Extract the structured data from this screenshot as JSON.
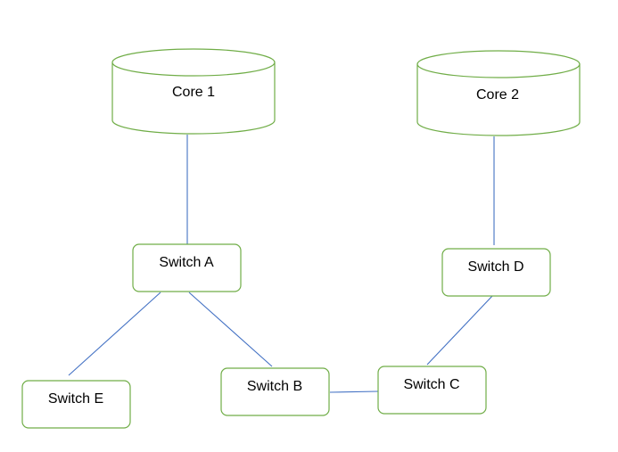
{
  "diagram": {
    "nodes": {
      "core1": {
        "label": "Core 1",
        "shape": "cylinder"
      },
      "core2": {
        "label": "Core 2",
        "shape": "cylinder"
      },
      "switchA": {
        "label": "Switch A",
        "shape": "rounded-rect"
      },
      "switchB": {
        "label": "Switch B",
        "shape": "rounded-rect"
      },
      "switchC": {
        "label": "Switch C",
        "shape": "rounded-rect"
      },
      "switchD": {
        "label": "Switch D",
        "shape": "rounded-rect"
      },
      "switchE": {
        "label": "Switch E",
        "shape": "rounded-rect"
      }
    },
    "edges": [
      {
        "from": "core1",
        "to": "switchA"
      },
      {
        "from": "core2",
        "to": "switchD"
      },
      {
        "from": "switchA",
        "to": "switchE"
      },
      {
        "from": "switchA",
        "to": "switchB"
      },
      {
        "from": "switchB",
        "to": "switchC"
      },
      {
        "from": "switchD",
        "to": "switchC"
      }
    ],
    "colors": {
      "node_stroke": "#70ad47",
      "edge_stroke": "#4472c4",
      "label": "#000000",
      "background": "#ffffff"
    }
  }
}
